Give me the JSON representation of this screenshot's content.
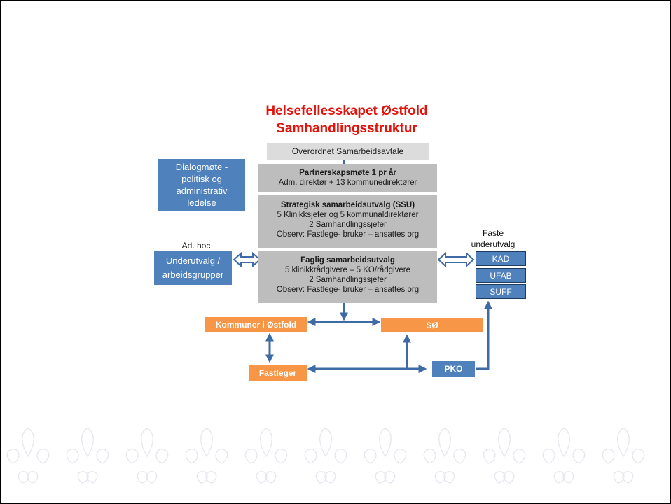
{
  "title": {
    "line1": "Helsefellesskapet Østfold",
    "line2": "Samhandlingsstruktur"
  },
  "boxes": {
    "avtale": "Overordnet Samarbeidsavtale",
    "partner": {
      "title": "Partnerskapsmøte  1 pr år",
      "line": "Adm. direktør  + 13 kommunedirektører"
    },
    "ssu": {
      "title": "Strategisk samarbeidsutvalg (SSU)",
      "lines": [
        "5 Klinikksjefer  og 5 kommunaldirektører",
        "2 Samhandlingssjefer",
        "Observ: Fastlege- bruker – ansattes org"
      ]
    },
    "fsu": {
      "title": "Faglig samarbeidsutvalg",
      "lines": [
        "5 klinikkrådgivere – 5 KO/rådgivere",
        "2 Samhandlingssjefer",
        "Observ: Fastlege- bruker – ansattes org"
      ]
    },
    "dialog": [
      "Dialogmøte -",
      "politisk og",
      "administrativ",
      "ledelse"
    ],
    "adhoc_label": "Ad. hoc",
    "underutvalg": [
      "Underutvalg /",
      "arbeidsgrupper"
    ],
    "faste_label": [
      "Faste",
      "underutvalg"
    ],
    "faste_items": [
      "KAD",
      "UFAB",
      "SUFF"
    ],
    "kommuner": "Kommuner i Østfold",
    "so": "SØ",
    "fastleger": "Fastleger",
    "pko": "PKO"
  },
  "colors": {
    "title_red": "#e3120b",
    "box_gray": "#bdbdbd",
    "box_lightgray": "#dcdcdc",
    "blue": "#4f81bd",
    "orange": "#f79646",
    "arrow": "#3e6aa6"
  }
}
